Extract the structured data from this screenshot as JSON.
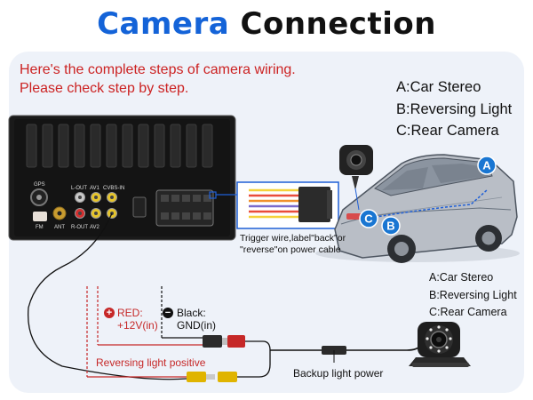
{
  "title": {
    "part1": "Camera",
    "part2": "Connection"
  },
  "intro": {
    "line1": "Here's the complete steps of camera wiring.",
    "line2": "Please check step by step."
  },
  "legend_top": [
    "A:Car Stereo",
    "B:Reversing Light",
    "C:Rear Camera"
  ],
  "legend_bottom": [
    "A:Car Stereo",
    "B:Reversing Light",
    "C:Rear Camera"
  ],
  "trigger_note": {
    "line1": "Trigger wire,label\"back\"or",
    "line2": "\"reverse\"on power cable"
  },
  "red_wire": {
    "line1": "RED:",
    "line2": "+12V(in)"
  },
  "black_wire": {
    "line1": "Black:",
    "line2": "GND(in)"
  },
  "reversing_label": "Reversing light positive",
  "backup_label": "Backup light power",
  "car_markers": {
    "a": "A",
    "b": "B",
    "c": "C"
  },
  "stereo_labels": {
    "gps": "GPS",
    "fm": "FM",
    "ant": "ANT",
    "l_out": "L-OUT",
    "r_out": "R-OUT",
    "av1": "AV1",
    "av2": "AV2",
    "cvbs_in": "CVBS-IN"
  },
  "colors": {
    "brand_blue": "#1463d8",
    "wire_red": "#c62828",
    "marker_blue": "#1976d2",
    "panel_bg": "#eef2f9"
  }
}
